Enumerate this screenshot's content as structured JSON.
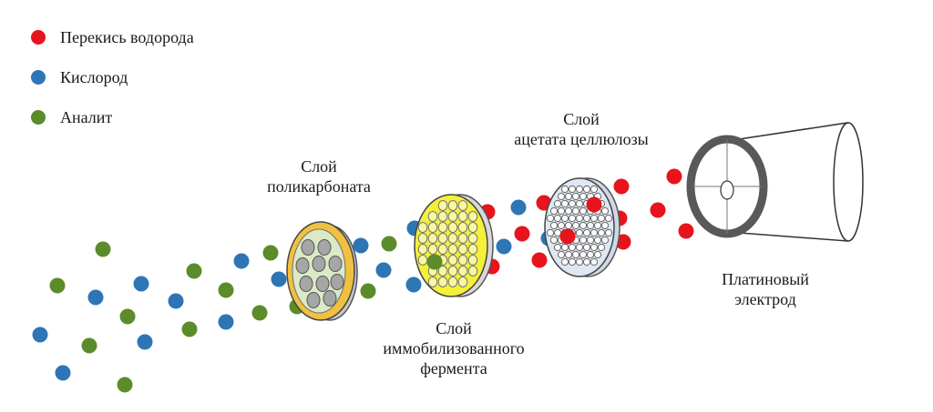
{
  "legend": {
    "items": [
      {
        "label": "Перекись водорода",
        "color": "#e8141c"
      },
      {
        "label": "Кислород",
        "color": "#2e75b6"
      },
      {
        "label": "Аналит",
        "color": "#5b8c2a"
      }
    ]
  },
  "layers": {
    "polycarbonate": {
      "lines": [
        "Слой",
        "поликарбоната"
      ],
      "fill": "#dce9c6",
      "rim": "#f0c040",
      "pore": "#a6a6a6"
    },
    "enzyme": {
      "lines": [
        "Слой",
        "иммобилизованного",
        "фермента"
      ],
      "fill": "#f5f03a",
      "pore": "#f8f8a0"
    },
    "cellulose_acetate": {
      "lines": [
        "Слой",
        "ацетата целлюлозы"
      ],
      "fill": "#dfe7f3",
      "pore": "#ffffff"
    },
    "electrode": {
      "lines": [
        "Платиновый",
        "электрод"
      ],
      "ring": "#595959"
    }
  }
}
